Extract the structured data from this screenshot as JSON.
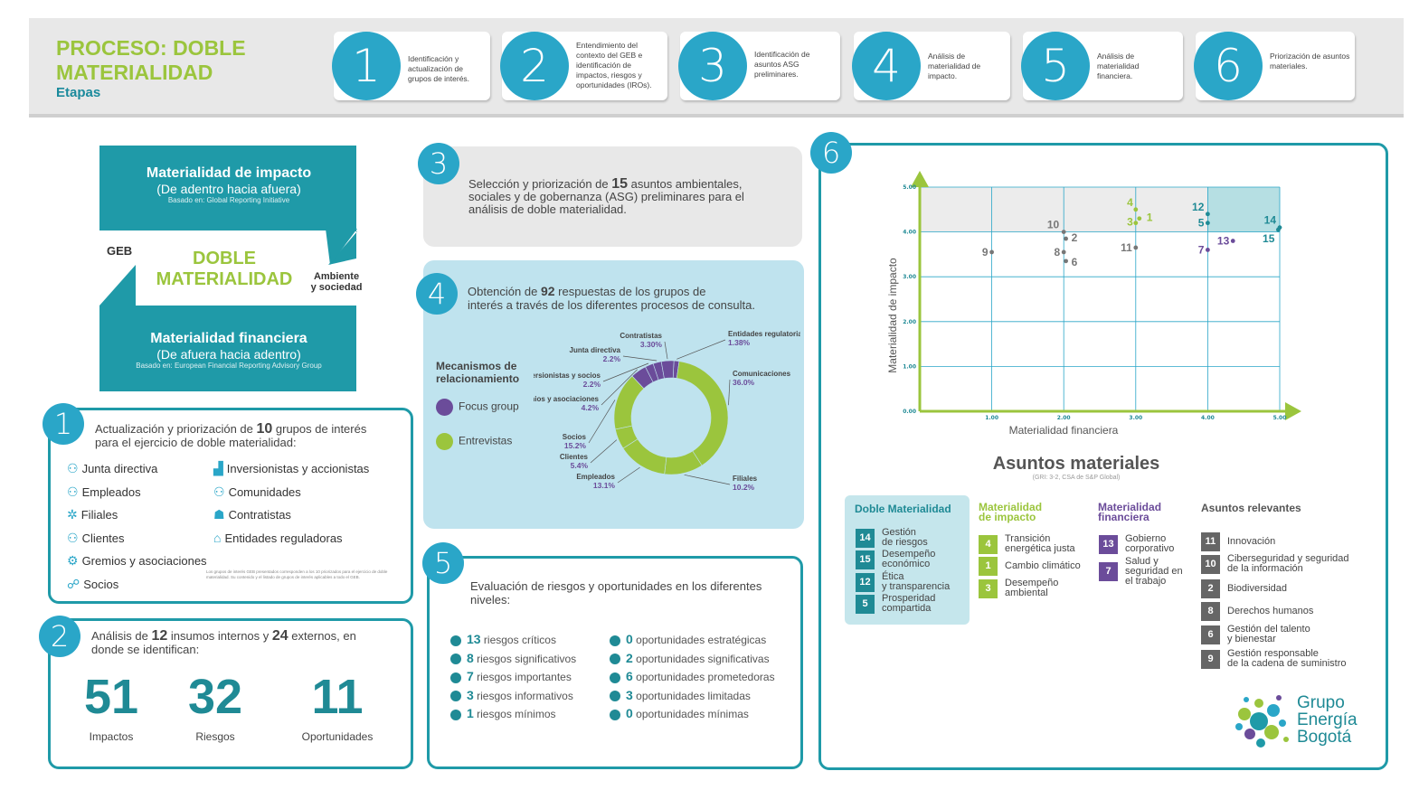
{
  "header": {
    "title_line1": "PROCESO: DOBLE",
    "title_line2": "MATERIALIDAD",
    "subtitle": "Etapas",
    "steps": [
      {
        "n": "1",
        "text": "Identificación y actualización de grupos de interés."
      },
      {
        "n": "2",
        "text": "Entendimiento del contexto del GEB e identificación de impactos, riesgos y oportunidades (IROs)."
      },
      {
        "n": "3",
        "text": "Identificación de asuntos ASG preliminares."
      },
      {
        "n": "4",
        "text": "Análisis de materialidad de impacto."
      },
      {
        "n": "5",
        "text": "Análisis de materialidad financiera."
      },
      {
        "n": "6",
        "text": "Priorización de asuntos materiales."
      }
    ]
  },
  "diagram": {
    "impact_title": "Materialidad de impacto",
    "impact_sub": "(De adentro hacia afuera)",
    "impact_basis": "Basado en: Global Reporting Initiative",
    "center_line1": "DOBLE",
    "center_line2": "MATERIALIDAD",
    "left_label": "GEB",
    "right_label_1": "Ambiente",
    "right_label_2": "y sociedad",
    "fin_title": "Materialidad financiera",
    "fin_sub": "(De afuera hacia adentro)",
    "fin_basis": "Basado en: European Financial Reporting Advisory Group"
  },
  "s1": {
    "n": "1",
    "text_a": "Actualización y priorización de ",
    "count": "10",
    "text_b": " grupos de interés",
    "text_c": "para el ejercicio de doble materialidad:",
    "items_left": [
      "Junta directiva",
      "Empleados",
      "Filiales",
      "Clientes",
      "Gremios y asociaciones",
      "Socios"
    ],
    "items_right": [
      "Inversionistas y accionistas",
      "Comunidades",
      "Contratistas",
      "Entidades reguladoras"
    ],
    "footnote": "Los grupos de interés GEB presentados corresponden a los 10 priorizados para el ejercicio de doble materialidad. Su contenido y el listado de grupos de interés aplicables a todo el GEB."
  },
  "s2": {
    "n": "2",
    "text_a": "Análisis de ",
    "n_int": "12",
    "text_b": " insumos internos y ",
    "n_ext": "24",
    "text_c": " externos, en",
    "text_d": "donde se identifican:",
    "stats": [
      {
        "value": "51",
        "label": "Impactos"
      },
      {
        "value": "32",
        "label": "Riesgos"
      },
      {
        "value": "11",
        "label": "Oportunidades"
      }
    ]
  },
  "s3": {
    "n": "3",
    "text_a": "Selección y priorización de ",
    "count": "15",
    "text_b": " asuntos ambientales,",
    "text_c": "sociales y de gobernanza (ASG) preliminares para el",
    "text_d": "análisis de doble materialidad."
  },
  "s4": {
    "n": "4",
    "text_a": "Obtención de ",
    "count": "92",
    "text_b": " respuestas de los grupos de",
    "text_c": "interés a través de los diferentes procesos de consulta.",
    "legend_title_1": "Mecanismos de",
    "legend_title_2": "relacionamiento",
    "legend": [
      {
        "label": "Focus group",
        "color": "#6b4c9a"
      },
      {
        "label": "Entrevistas",
        "color": "#9bc53d"
      }
    ]
  },
  "chart_data": {
    "type": "pie",
    "slices": [
      {
        "label": "Entidades regulatorias",
        "value": 1.38,
        "value_label": "1.38%",
        "group": "Focus group"
      },
      {
        "label": "Comunicaciones",
        "value": 36.0,
        "value_label": "36.0%",
        "group": "Entrevistas"
      },
      {
        "label": "Filiales",
        "value": 10.2,
        "value_label": "10.2%",
        "group": "Entrevistas"
      },
      {
        "label": "Empleados",
        "value": 13.1,
        "value_label": "13.1%",
        "group": "Entrevistas"
      },
      {
        "label": "Clientes",
        "value": 5.4,
        "value_label": "5.4%",
        "group": "Entrevistas"
      },
      {
        "label": "Socios",
        "value": 15.2,
        "value_label": "15.2%",
        "group": "Entrevistas"
      },
      {
        "label": "Gremios y asociaciones",
        "value": 4.2,
        "value_label": "4.2%",
        "group": "Focus group"
      },
      {
        "label": "Inversionistas y socios",
        "value": 2.2,
        "value_label": "2.2%",
        "group": "Focus group"
      },
      {
        "label": "Junta directiva",
        "value": 2.2,
        "value_label": "2.2%",
        "group": "Focus group"
      },
      {
        "label": "Contratistas",
        "value": 3.3,
        "value_label": "3.30%",
        "group": "Focus group"
      }
    ],
    "matrix": {
      "type": "scatter",
      "xlabel": "Materialidad financiera",
      "ylabel": "Materialidad de impacto",
      "xlim": [
        0,
        5
      ],
      "ylim": [
        0,
        5
      ],
      "xticks": [
        "1.00",
        "2.00",
        "3.00",
        "4.00",
        "5.00"
      ],
      "yticks": [
        "0.00",
        "1.00",
        "2.00",
        "3.00",
        "4.00",
        "5.00"
      ],
      "points": [
        {
          "id": "1",
          "x": 3.05,
          "y": 4.3,
          "color": "#9bc53d"
        },
        {
          "id": "2",
          "x": 2.03,
          "y": 3.85,
          "color": "#777777"
        },
        {
          "id": "3",
          "x": 3.0,
          "y": 4.2,
          "color": "#9bc53d"
        },
        {
          "id": "4",
          "x": 3.0,
          "y": 4.5,
          "color": "#9bc53d"
        },
        {
          "id": "5",
          "x": 4.0,
          "y": 4.2,
          "color": "#1f8a95"
        },
        {
          "id": "6",
          "x": 2.03,
          "y": 3.35,
          "color": "#777777"
        },
        {
          "id": "7",
          "x": 4.0,
          "y": 3.6,
          "color": "#6b4c9a"
        },
        {
          "id": "8",
          "x": 2.0,
          "y": 3.55,
          "color": "#777777"
        },
        {
          "id": "9",
          "x": 1.0,
          "y": 3.55,
          "color": "#777777"
        },
        {
          "id": "10",
          "x": 2.0,
          "y": 4.0,
          "color": "#777777"
        },
        {
          "id": "11",
          "x": 3.0,
          "y": 3.65,
          "color": "#777777"
        },
        {
          "id": "12",
          "x": 4.0,
          "y": 4.4,
          "color": "#1f8a95"
        },
        {
          "id": "13",
          "x": 4.35,
          "y": 3.8,
          "color": "#6b4c9a"
        },
        {
          "id": "14",
          "x": 5.0,
          "y": 4.1,
          "color": "#1f8a95"
        },
        {
          "id": "15",
          "x": 4.98,
          "y": 4.05,
          "color": "#1f8a95"
        }
      ]
    }
  },
  "s5": {
    "n": "5",
    "text_a": "Evaluación de riesgos y oportunidades en los diferentes",
    "text_b": "niveles:",
    "risks": [
      {
        "n": "13",
        "label": "riesgos críticos"
      },
      {
        "n": "8",
        "label": "riesgos significativos"
      },
      {
        "n": "7",
        "label": "riesgos importantes"
      },
      {
        "n": "3",
        "label": "riesgos informativos"
      },
      {
        "n": "1",
        "label": "riesgos mínimos"
      }
    ],
    "opps": [
      {
        "n": "0",
        "label": "oportunidades estratégicas"
      },
      {
        "n": "2",
        "label": "oportunidades significativas"
      },
      {
        "n": "6",
        "label": "oportunidades prometedoras"
      },
      {
        "n": "3",
        "label": "oportunidades limitadas"
      },
      {
        "n": "0",
        "label": "oportunidades mínimas"
      }
    ]
  },
  "s6": {
    "n": "6",
    "title": "Asuntos materiales",
    "subtitle": "(GRI: 3-2, CSA de S&P Global)",
    "col_doble": "Doble Materialidad",
    "col_impact_1": "Materialidad",
    "col_impact_2": "de impacto",
    "col_fin_1": "Materialidad",
    "col_fin_2": "financiera",
    "col_rel": "Asuntos relevantes",
    "doble": [
      {
        "n": "14",
        "l1": "Gestión",
        "l2": "de riesgos"
      },
      {
        "n": "15",
        "l1": "Desempeño",
        "l2": "económico"
      },
      {
        "n": "12",
        "l1": "Ética",
        "l2": "y transparencia"
      },
      {
        "n": "5",
        "l1": "Prosperidad",
        "l2": "compartida"
      }
    ],
    "impact": [
      {
        "n": "4",
        "l1": "Transición",
        "l2": "energética justa"
      },
      {
        "n": "1",
        "l1": "Cambio climático",
        "l2": ""
      },
      {
        "n": "3",
        "l1": "Desempeño",
        "l2": "ambiental"
      }
    ],
    "fin": [
      {
        "n": "13",
        "l1": "Gobierno",
        "l2": "corporativo"
      },
      {
        "n": "7",
        "l1": "Salud y",
        "l2": "seguridad en",
        "l3": "el trabajo"
      }
    ],
    "rel": [
      {
        "n": "11",
        "l1": "Innovación",
        "l2": ""
      },
      {
        "n": "10",
        "l1": "Ciberseguridad y seguridad",
        "l2": "de la información"
      },
      {
        "n": "2",
        "l1": "Biodiversidad",
        "l2": ""
      },
      {
        "n": "8",
        "l1": "Derechos humanos",
        "l2": ""
      },
      {
        "n": "6",
        "l1": "Gestión del talento",
        "l2": "y bienestar"
      },
      {
        "n": "9",
        "l1": "Gestión responsable",
        "l2": "de la cadena de suministro"
      }
    ],
    "logo_1": "Grupo",
    "logo_2": "Energía",
    "logo_3": "Bogotá"
  },
  "colors": {
    "teal": "#1f9aa8",
    "blue": "#2aa6c8",
    "green": "#9bc53d",
    "purple": "#6b4c9a",
    "grey": "#777777"
  }
}
